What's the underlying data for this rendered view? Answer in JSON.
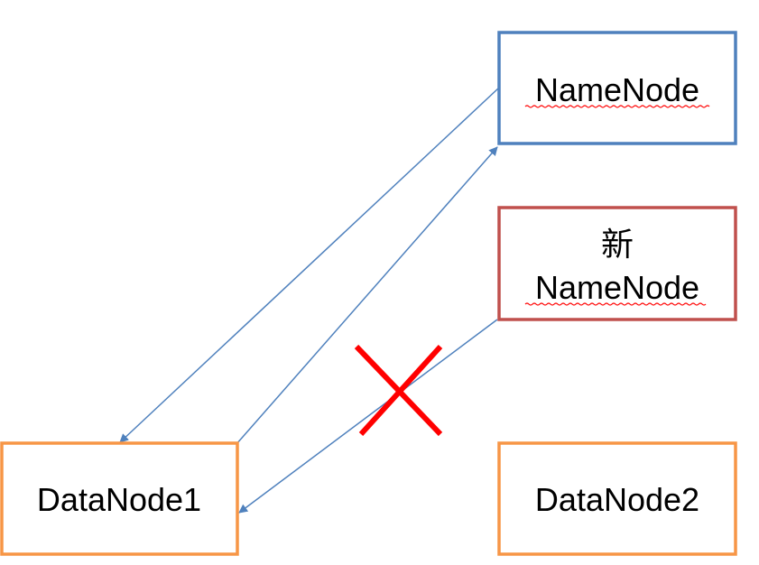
{
  "nodes": {
    "namenode": {
      "label": "NameNode"
    },
    "new_namenode": {
      "label_line1": "新",
      "label_line2": "NameNode"
    },
    "datanode1": {
      "label": "DataNode1"
    },
    "datanode2": {
      "label": "DataNode2"
    }
  },
  "colors": {
    "namenode_border": "#4f81bd",
    "new_namenode_border": "#c0504d",
    "datanode_border": "#f79646",
    "arrow": "#4f81bd",
    "cross": "#ff0000",
    "spellcheck_underline": "#ff0000"
  },
  "connections": [
    {
      "from": "namenode",
      "to": "datanode1",
      "status": "active"
    },
    {
      "from": "datanode1",
      "to": "namenode",
      "status": "active"
    },
    {
      "from": "new_namenode",
      "to": "datanode1",
      "status": "blocked"
    }
  ]
}
